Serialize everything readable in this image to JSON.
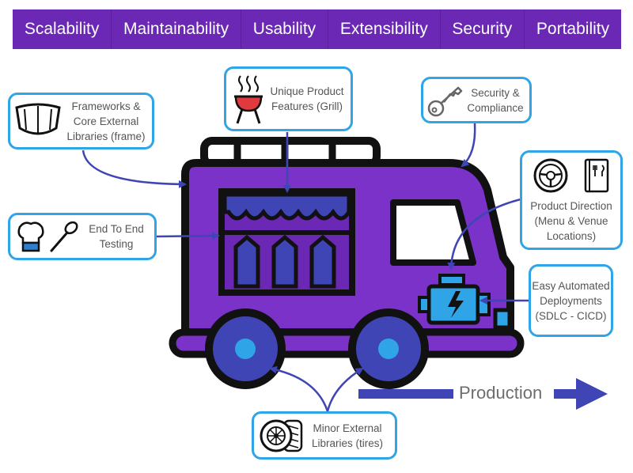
{
  "tabs": [
    "Scalability",
    "Maintainability",
    "Usability",
    "Extensibility",
    "Security",
    "Portability"
  ],
  "boxes": {
    "frameworks": "Frameworks & Core External Libraries (frame)",
    "grill": "Unique Product Features (Grill)",
    "security": "Security & Compliance",
    "testing": "End To End Testing",
    "direction": "Product Direction (Menu & Venue Locations)",
    "deploy": "Easy Automated Deployments (SDLC - CICD)",
    "tires": "Minor External Libraries (tires)"
  },
  "production": "Production",
  "colors": {
    "banner": "#6a28b5",
    "truck": "#7a32c8",
    "accent": "#2fa4e7",
    "arrow": "#3f45b5",
    "outline": "#111111"
  },
  "icons": [
    "car-hood-icon",
    "grill-icon",
    "key-icon",
    "chef-hat-icon",
    "spoon-icon",
    "steering-wheel-icon",
    "menu-icon",
    "engine-icon",
    "tire-icon"
  ]
}
